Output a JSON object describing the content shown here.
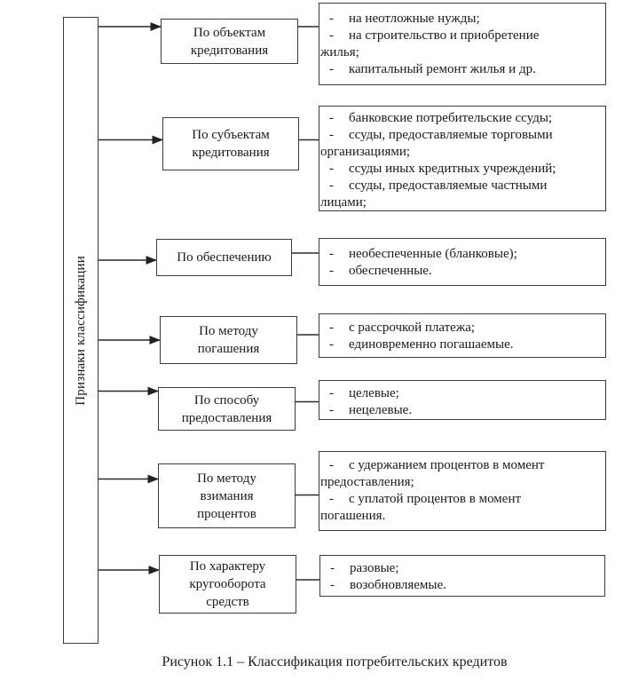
{
  "bullet": "-",
  "trunk": {
    "label": "Признаки классификации"
  },
  "rows": [
    {
      "label_lines": [
        "По объектам",
        "кредитования"
      ],
      "items": [
        "на неотложные нужды;",
        "на строительство и приобретение\nжилья;",
        "капитальный ремонт жилья и др."
      ]
    },
    {
      "label_lines": [
        "По субъектам",
        "кредитования"
      ],
      "items": [
        "банковские потребительские ссуды;",
        "ссуды, предоставляемые торговыми\nорганизациями;",
        "ссуды иных кредитных учреждений;",
        "ссуды, предоставляемые частными\nлицами;"
      ]
    },
    {
      "label_lines": [
        "По обеспечению"
      ],
      "items": [
        "необеспеченные (бланковые);",
        "обеспеченные."
      ]
    },
    {
      "label_lines": [
        "По методу",
        "погашения"
      ],
      "items": [
        "с рассрочкой платежа;",
        "единовременно погашаемые."
      ]
    },
    {
      "label_lines": [
        "По способу",
        "предоставления"
      ],
      "items": [
        "целевые;",
        "нецелевые."
      ]
    },
    {
      "label_lines": [
        "По методу",
        "взимания",
        "процентов"
      ],
      "items": [
        "с удержанием процентов в момент\nпредоставления;",
        "с уплатой процентов в момент\nпогашения."
      ]
    },
    {
      "label_lines": [
        "По характеру",
        "кругооборота",
        "средств"
      ],
      "items": [
        "разовые;",
        "возобновляемые."
      ]
    }
  ],
  "caption": "Рисунок 1.1 – Классификация потребительских кредитов",
  "colors": {
    "border": "#3c3c3c",
    "line": "#2b2b2b",
    "text": "#1a1a1a",
    "background": "#ffffff"
  }
}
